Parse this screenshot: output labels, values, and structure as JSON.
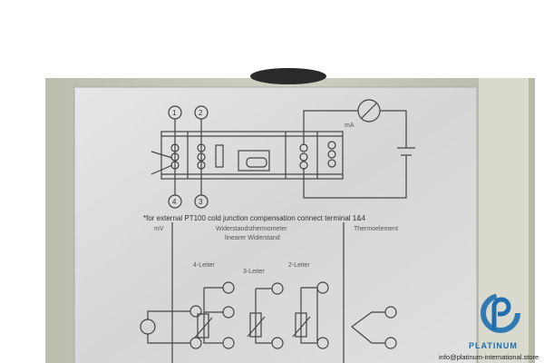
{
  "label": {
    "note": "*for external PT100 cold junction compensation connect terminal 1&4",
    "mv": "mV",
    "rtd": "Widerstandsthermometer",
    "linear": "linearer Widerstand",
    "thermo": "Thermoelement",
    "four_wire": "4-Leiter",
    "three_wire": "3-Leiter",
    "two_wire": "2-Leiter",
    "ma": "mA",
    "terminals": [
      "1",
      "2",
      "3",
      "4"
    ]
  },
  "watermark": {
    "brand": "PLATINUM",
    "email": "info@platinum-international.store",
    "color": "#1f6fb0"
  },
  "colors": {
    "housing": "#c9c9bb",
    "plate": "#dcdcdc"
  }
}
